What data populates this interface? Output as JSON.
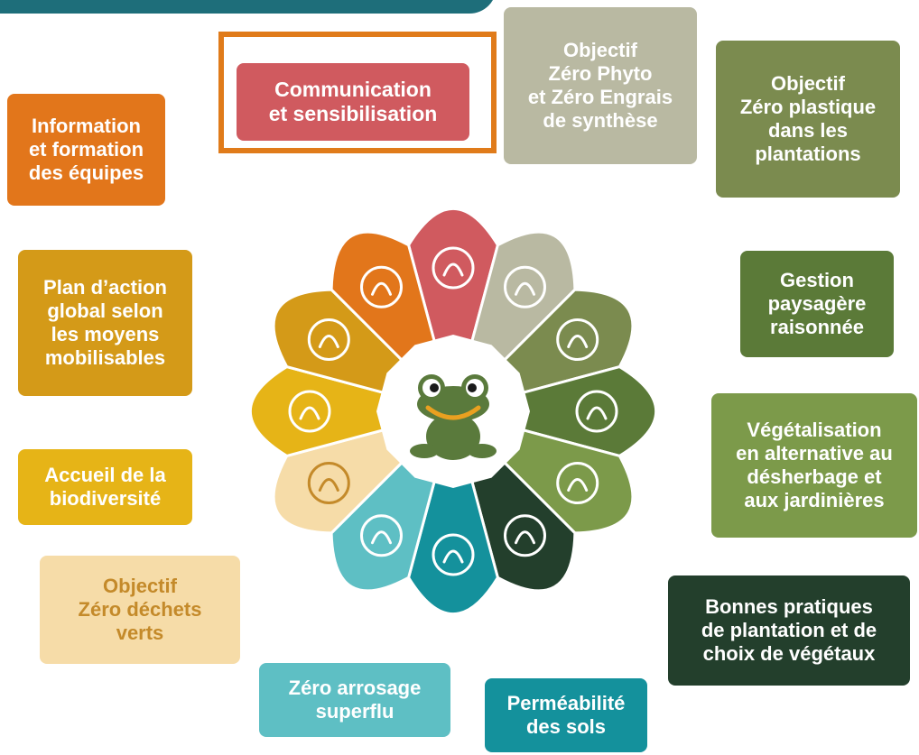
{
  "labels": [
    {
      "id": "communication",
      "text": "Communication\net sensibilisation",
      "color": "#d05a5f"
    },
    {
      "id": "zero-phyto",
      "text": "Objectif\nZéro Phyto\net Zéro Engrais\nde synthèse",
      "color": "#b9b9a2"
    },
    {
      "id": "zero-plastique",
      "text": "Objectif\nZéro plastique\ndans les\nplantations",
      "color": "#7b8b4f"
    },
    {
      "id": "gestion",
      "text": "Gestion\npaysagère\nraisonnée",
      "color": "#5b7a38"
    },
    {
      "id": "vegetalisation",
      "text": "Végétalisation\nen alternative au\ndésherbage et\naux jardinières",
      "color": "#7c9a4a"
    },
    {
      "id": "bonnes-pratiques",
      "text": "Bonnes pratiques\nde plantation et de\nchoix de végétaux",
      "color": "#233f2c"
    },
    {
      "id": "permeabilite",
      "text": "Perméabilité\ndes sols",
      "color": "#14919c"
    },
    {
      "id": "zero-arrosage",
      "text": "Zéro arrosage\nsuperflu",
      "color": "#5ebfc4"
    },
    {
      "id": "zero-dechets",
      "text": "Objectif\nZéro déchets\nverts",
      "color": "#f6dca8",
      "text_color": "#c48a2a"
    },
    {
      "id": "accueil",
      "text": "Accueil de la\nbiodiversité",
      "color": "#e6b417"
    },
    {
      "id": "plan-action",
      "text": "Plan d’action\nglobal selon\nles moyens\nmobilisables",
      "color": "#d49a18"
    },
    {
      "id": "information",
      "text": "Information\net formation\ndes équipes",
      "color": "#e2761b"
    }
  ],
  "petals": [
    {
      "name": "communication",
      "color": "#d05a5f",
      "icon": "hand-plant-bubble-icon"
    },
    {
      "name": "zero-phyto",
      "color": "#b9b9a2",
      "icon": "sprout-capsule-icon"
    },
    {
      "name": "zero-plastique",
      "color": "#7b8b4f",
      "icon": "seedling-icon"
    },
    {
      "name": "gestion",
      "color": "#5b7a38",
      "icon": "garden-plot-icon"
    },
    {
      "name": "vegetalisation",
      "color": "#7c9a4a",
      "icon": "roots-icon"
    },
    {
      "name": "bonnes-pratiques",
      "color": "#233f2c",
      "icon": "trowel-icon"
    },
    {
      "name": "permeabilite",
      "color": "#14919c",
      "icon": "water-drop-icon"
    },
    {
      "name": "zero-arrosage",
      "color": "#5ebfc4",
      "icon": "leaf-drop-icon"
    },
    {
      "name": "zero-dechets",
      "color": "#f6dca8",
      "icon": "compost-bin-icon"
    },
    {
      "name": "accueil",
      "color": "#e6b417",
      "icon": "flower-butterfly-icon"
    },
    {
      "name": "plan-action",
      "color": "#d49a18",
      "icon": "notebook-icon"
    },
    {
      "name": "information",
      "color": "#e2761b",
      "icon": "team-speech-icon"
    }
  ],
  "center": {
    "icon": "frog-icon",
    "color": "#ffffff",
    "frog_color": "#5a7a3c",
    "mouth_color": "#e9a020"
  },
  "highlight": {
    "target": "communication",
    "color": "#e07b1a"
  }
}
